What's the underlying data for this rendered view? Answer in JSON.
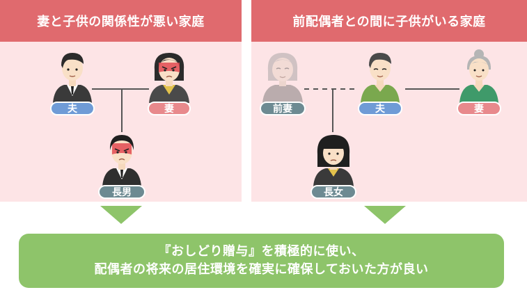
{
  "left_panel": {
    "title": "妻と子供の関係性が悪い家庭",
    "people": {
      "husband": "夫",
      "wife": "妻",
      "eldest_son": "長男"
    }
  },
  "right_panel": {
    "title": "前配偶者との間に子供がいる家庭",
    "people": {
      "former_wife": "前妻",
      "husband": "夫",
      "wife": "妻",
      "eldest_daughter": "長女"
    }
  },
  "message": {
    "line1": "『おしどり贈与』を積極的に使い、",
    "line2": "配偶者の将来の居住環境を確実に確保しておいた方が良い"
  },
  "colors": {
    "header": "#e06a6e",
    "panel_bg": "#fde4e6",
    "label_blue": "#6f9bd6",
    "label_pink": "#e8898c",
    "label_teal": "#6d8a92",
    "message_bg": "#8ec46a"
  }
}
